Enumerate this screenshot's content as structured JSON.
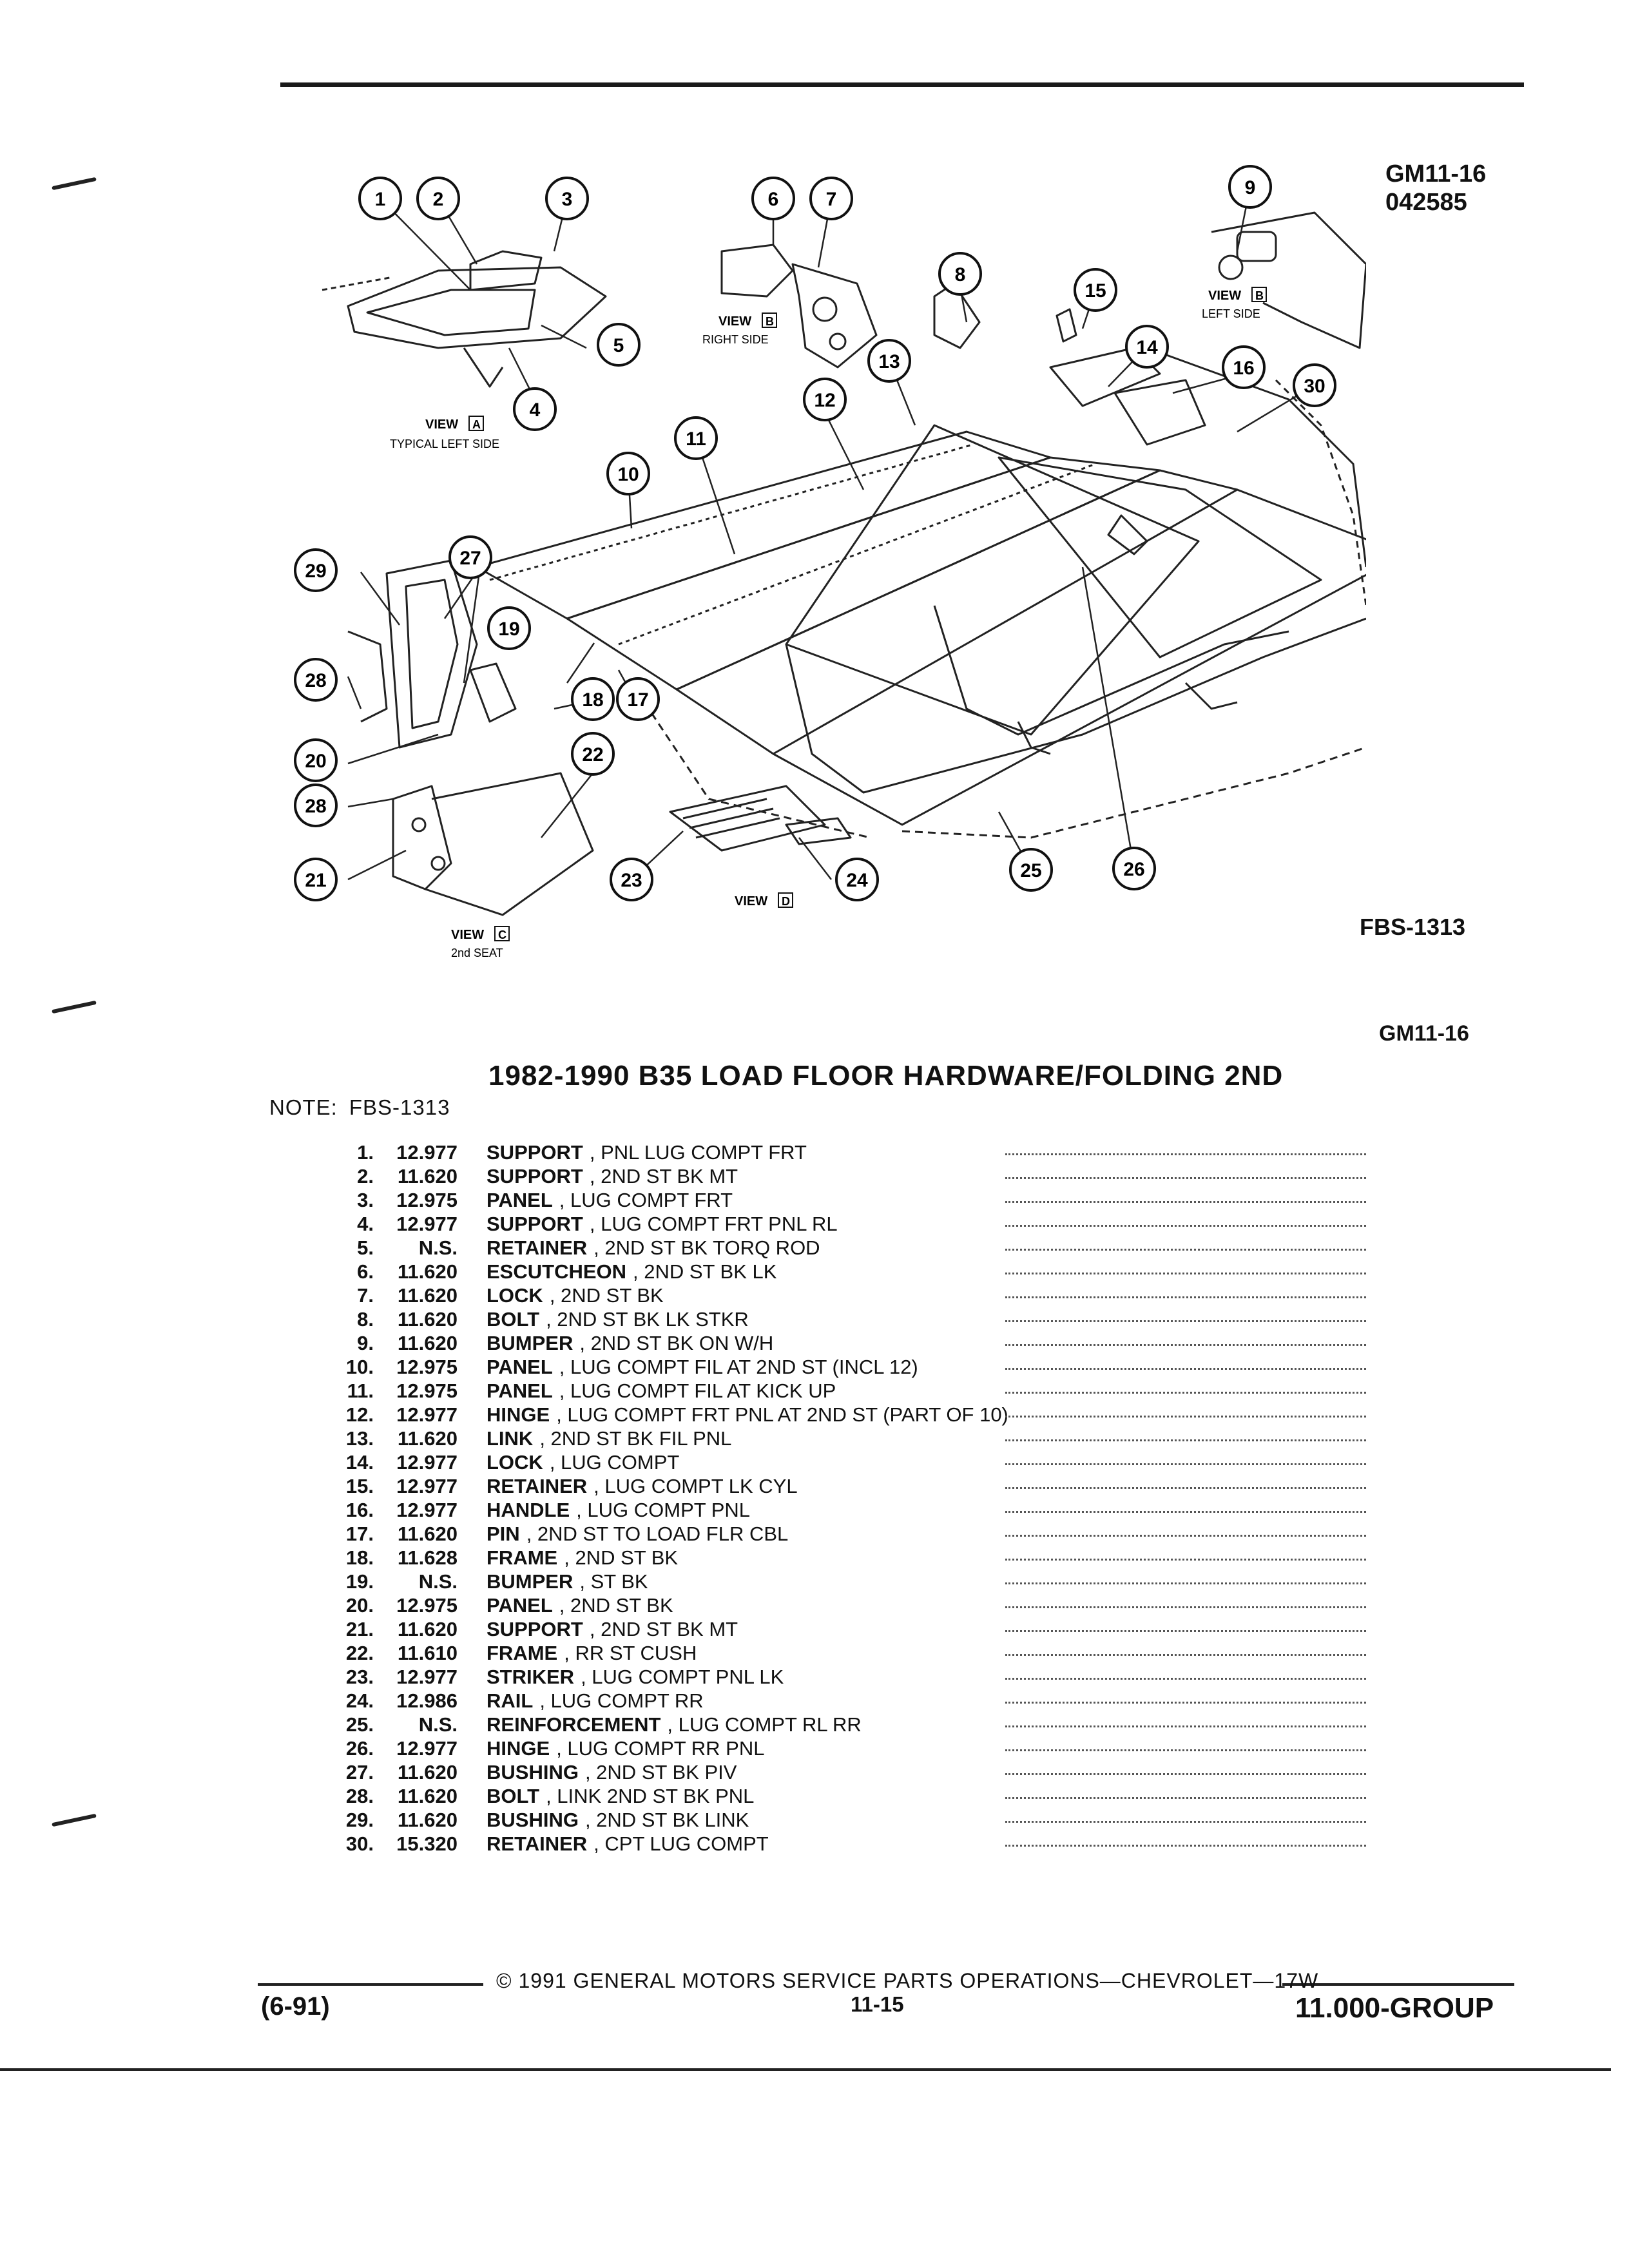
{
  "header": {
    "code": "GM11-16",
    "doc_number": "042585"
  },
  "diagram": {
    "ref": "FBS-1313",
    "callouts": [
      "1",
      "2",
      "3",
      "4",
      "5",
      "6",
      "7",
      "8",
      "9",
      "10",
      "11",
      "12",
      "13",
      "14",
      "15",
      "16",
      "17",
      "18",
      "19",
      "20",
      "21",
      "22",
      "23",
      "24",
      "25",
      "26",
      "27",
      "28",
      "29",
      "30"
    ],
    "view_word": "VIEW",
    "view_a": "A",
    "view_a_caption": "TYPICAL LEFT SIDE",
    "view_b": "B",
    "view_b_right_caption": "RIGHT SIDE",
    "view_b_left_caption": "LEFT SIDE",
    "view_c": "C",
    "view_c_caption": "2nd SEAT",
    "view_d": "D"
  },
  "section_code": "GM11-16",
  "title": "1982-1990 B35 LOAD FLOOR HARDWARE/FOLDING 2ND",
  "note": {
    "label": "NOTE:",
    "text": "FBS-1313"
  },
  "parts": [
    {
      "num": "1.",
      "group": "12.977",
      "name": "SUPPORT",
      "desc": ", PNL LUG COMPT FRT"
    },
    {
      "num": "2.",
      "group": "11.620",
      "name": "SUPPORT",
      "desc": ", 2ND ST BK MT"
    },
    {
      "num": "3.",
      "group": "12.975",
      "name": "PANEL",
      "desc": ", LUG COMPT FRT"
    },
    {
      "num": "4.",
      "group": "12.977",
      "name": "SUPPORT",
      "desc": ", LUG COMPT FRT PNL RL"
    },
    {
      "num": "5.",
      "group": "N.S.",
      "name": "RETAINER",
      "desc": ", 2ND ST BK TORQ ROD"
    },
    {
      "num": "6.",
      "group": "11.620",
      "name": "ESCUTCHEON",
      "desc": ", 2ND ST BK LK"
    },
    {
      "num": "7.",
      "group": "11.620",
      "name": "LOCK",
      "desc": ", 2ND ST BK"
    },
    {
      "num": "8.",
      "group": "11.620",
      "name": "BOLT",
      "desc": ", 2ND ST BK LK STKR"
    },
    {
      "num": "9.",
      "group": "11.620",
      "name": "BUMPER",
      "desc": ", 2ND ST BK ON W/H"
    },
    {
      "num": "10.",
      "group": "12.975",
      "name": "PANEL",
      "desc": ", LUG COMPT FIL AT 2ND ST (INCL 12)"
    },
    {
      "num": "11.",
      "group": "12.975",
      "name": "PANEL",
      "desc": ", LUG COMPT FIL AT KICK UP"
    },
    {
      "num": "12.",
      "group": "12.977",
      "name": "HINGE",
      "desc": ", LUG COMPT FRT PNL AT 2ND ST (PART OF 10)"
    },
    {
      "num": "13.",
      "group": "11.620",
      "name": "LINK",
      "desc": ", 2ND ST BK FIL PNL"
    },
    {
      "num": "14.",
      "group": "12.977",
      "name": "LOCK",
      "desc": ", LUG COMPT"
    },
    {
      "num": "15.",
      "group": "12.977",
      "name": "RETAINER",
      "desc": ", LUG COMPT LK CYL"
    },
    {
      "num": "16.",
      "group": "12.977",
      "name": "HANDLE",
      "desc": ", LUG COMPT PNL"
    },
    {
      "num": "17.",
      "group": "11.620",
      "name": "PIN",
      "desc": ", 2ND ST TO LOAD FLR CBL"
    },
    {
      "num": "18.",
      "group": "11.628",
      "name": "FRAME",
      "desc": ", 2ND ST BK"
    },
    {
      "num": "19.",
      "group": "N.S.",
      "name": "BUMPER",
      "desc": ", ST BK"
    },
    {
      "num": "20.",
      "group": "12.975",
      "name": "PANEL",
      "desc": ", 2ND ST BK"
    },
    {
      "num": "21.",
      "group": "11.620",
      "name": "SUPPORT",
      "desc": ", 2ND ST BK MT"
    },
    {
      "num": "22.",
      "group": "11.610",
      "name": "FRAME",
      "desc": ", RR ST CUSH"
    },
    {
      "num": "23.",
      "group": "12.977",
      "name": "STRIKER",
      "desc": ", LUG COMPT PNL LK"
    },
    {
      "num": "24.",
      "group": "12.986",
      "name": "RAIL",
      "desc": ", LUG COMPT RR"
    },
    {
      "num": "25.",
      "group": "N.S.",
      "name": "REINFORCEMENT",
      "desc": ", LUG COMPT RL RR"
    },
    {
      "num": "26.",
      "group": "12.977",
      "name": "HINGE",
      "desc": ", LUG COMPT RR PNL"
    },
    {
      "num": "27.",
      "group": "11.620",
      "name": "BUSHING",
      "desc": ", 2ND ST BK PIV"
    },
    {
      "num": "28.",
      "group": "11.620",
      "name": "BOLT",
      "desc": ", LINK 2ND ST BK PNL"
    },
    {
      "num": "29.",
      "group": "11.620",
      "name": "BUSHING",
      "desc": ", 2ND ST BK LINK"
    },
    {
      "num": "30.",
      "group": "15.320",
      "name": "RETAINER",
      "desc": ", CPT LUG COMPT"
    }
  ],
  "footer": {
    "copyright": "© 1991 GENERAL MOTORS SERVICE PARTS OPERATIONS—CHEVROLET—17W",
    "date": "(6-91)",
    "page": "11-15",
    "group": "11.000-GROUP"
  }
}
